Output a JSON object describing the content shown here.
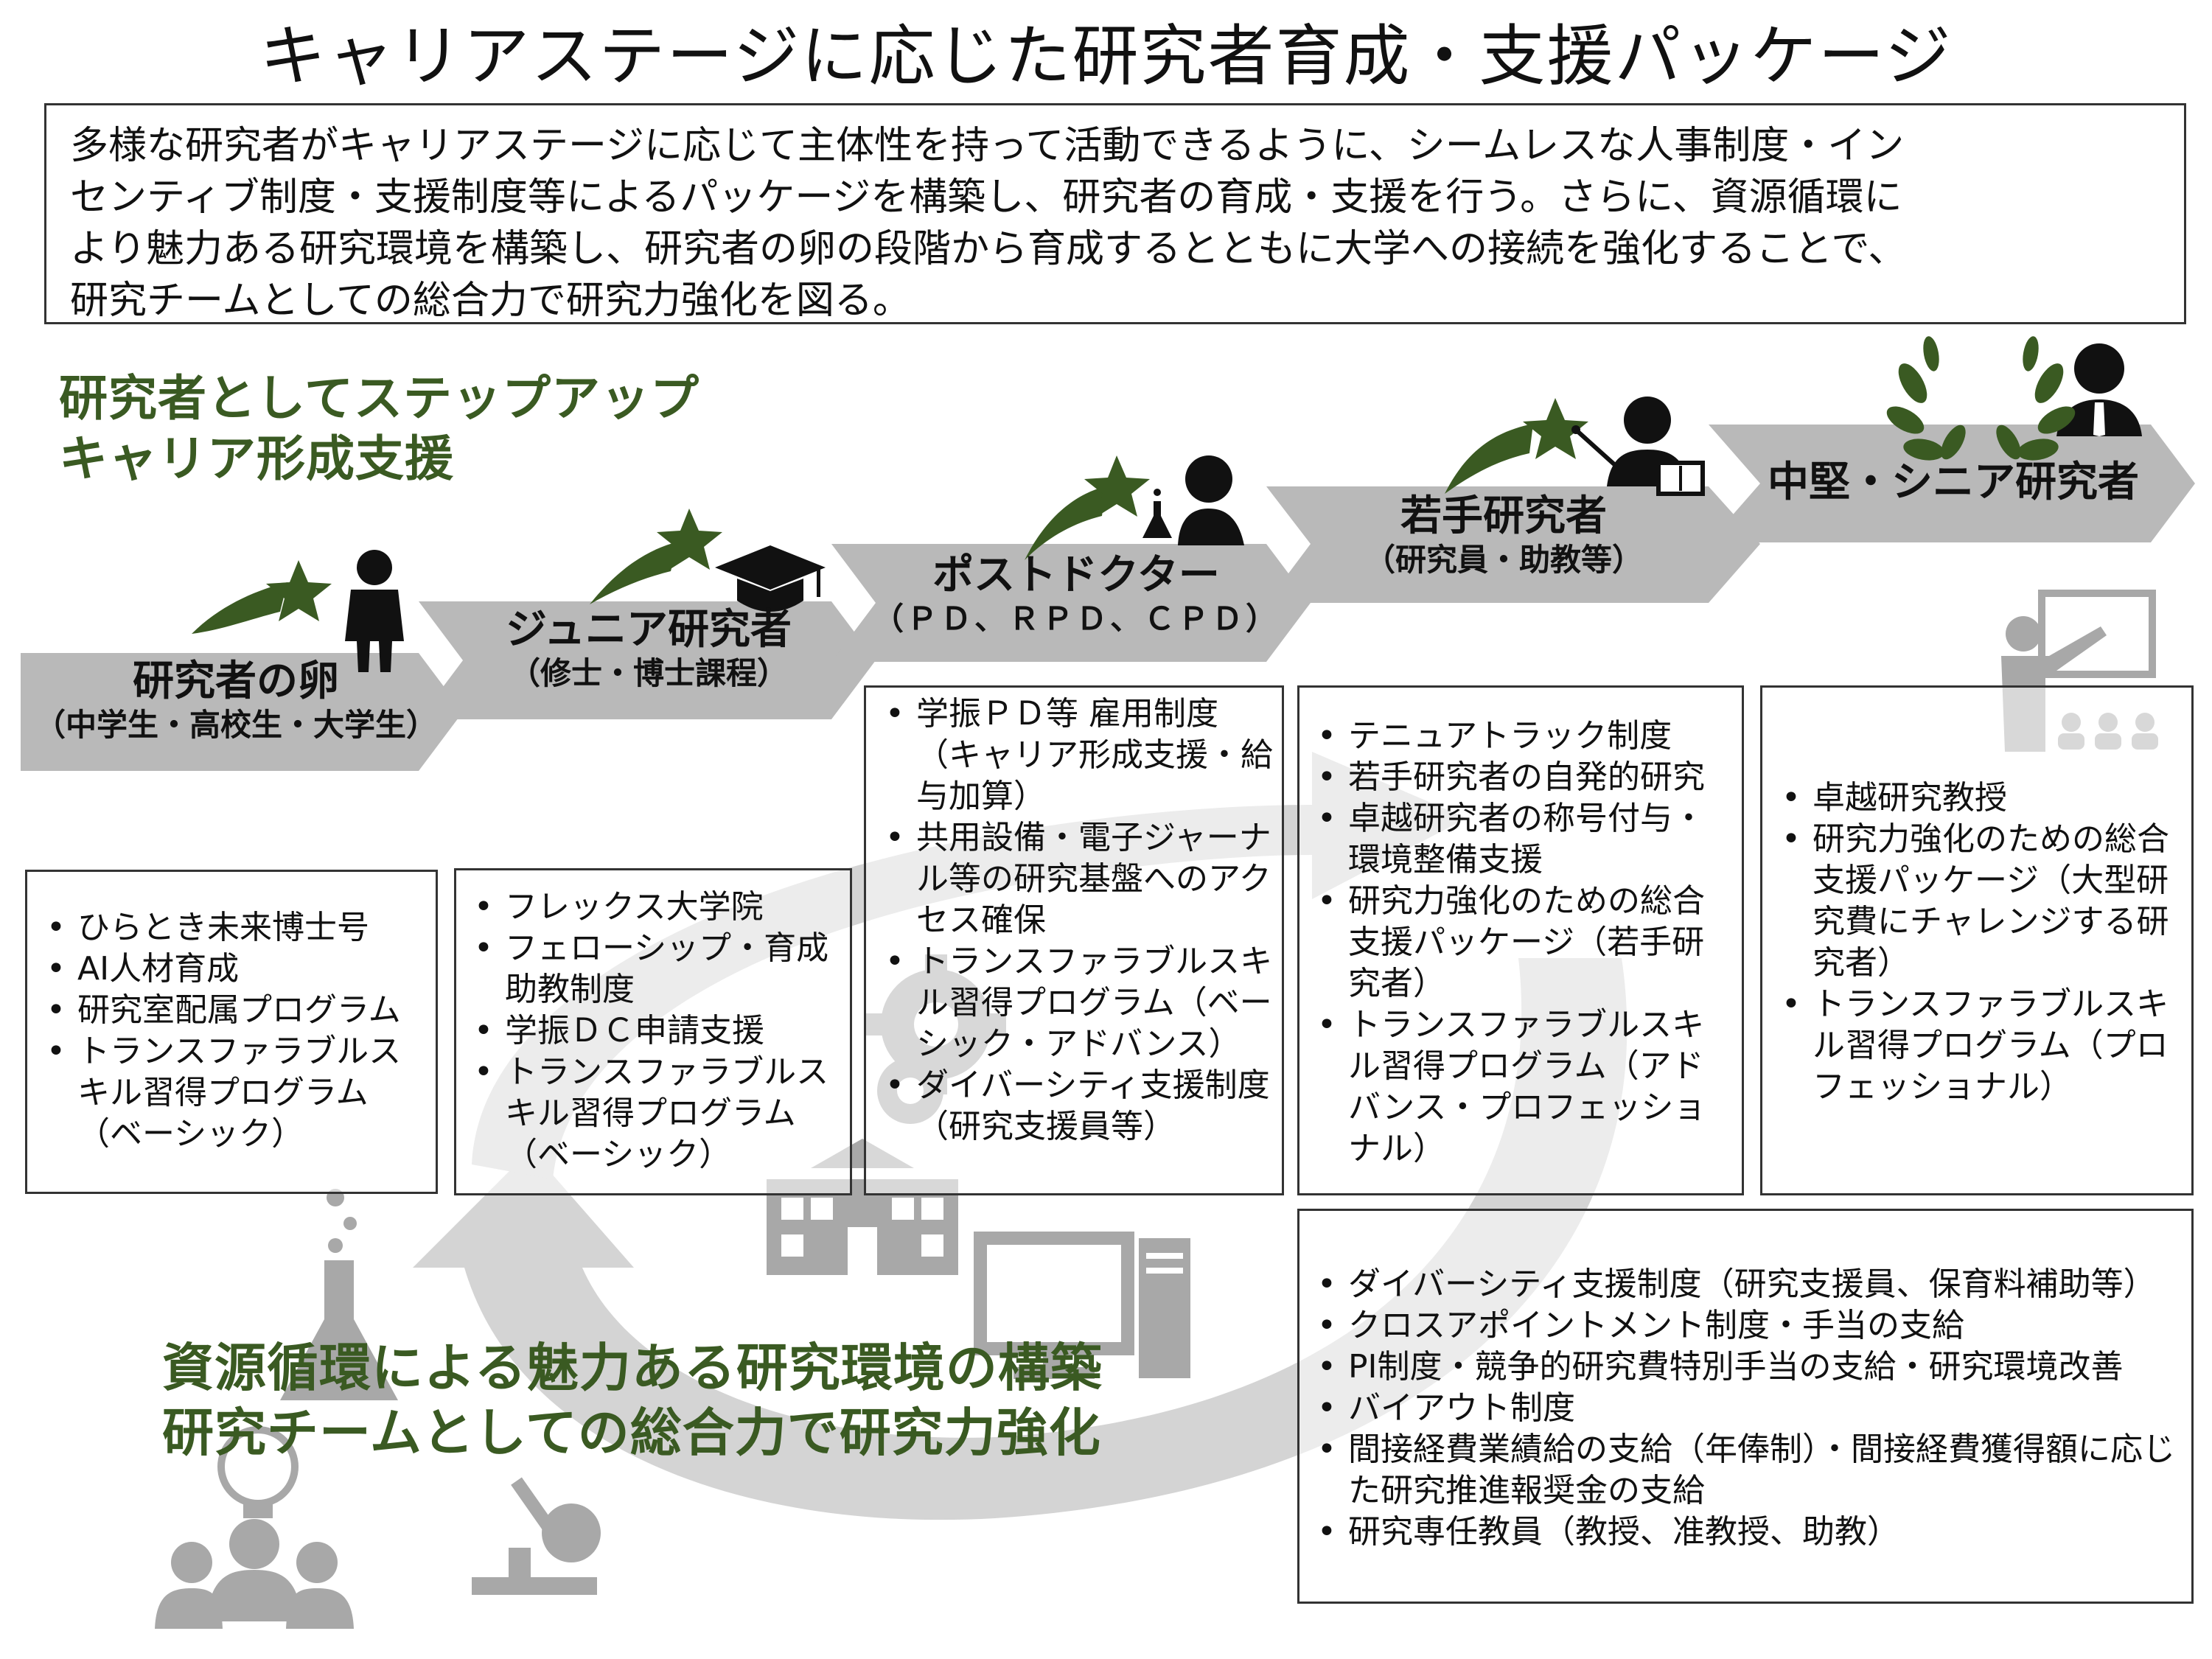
{
  "title": "キャリアステージに応じた研究者育成・支援パッケージ",
  "intro": {
    "lines": [
      "多様な研究者がキャリアステージに応じて主体性を持って活動できるように、シームレスな人事制度・イン",
      "センティブ制度・支援制度等によるパッケージを構築し、研究者の育成・支援を行う。さらに、資源循環に",
      "より魅力ある研究環境を構築し、研究者の卵の段階から育成するとともに大学への接続を強化することで、",
      "研究チームとしての総合力で研究力強化を図る。"
    ]
  },
  "stepup_heading": {
    "line1": "研究者としてステップアップ",
    "line2": "キャリア形成支援"
  },
  "stages": [
    {
      "name": "研究者の卵",
      "sub": "（中学生・高校生・大学生）"
    },
    {
      "name": "ジュニア研究者",
      "sub": "（修士・博士課程）"
    },
    {
      "name": "ポストドクター",
      "sub": "（ＰＤ、ＲＰＤ、ＣＰＤ）"
    },
    {
      "name": "若手研究者",
      "sub": "（研究員・助教等）"
    },
    {
      "name": "中堅・シニア研究者",
      "sub": ""
    }
  ],
  "boxes": {
    "egg": [
      "ひらとき未来博士号",
      "AI人材育成",
      "研究室配属プログラム",
      "トランスファラブルスキル習得プログラム（ベーシック）"
    ],
    "junior": [
      "フレックス大学院",
      "フェローシップ・育成助教制度",
      "学振ＤＣ申請支援",
      "トランスファラブルスキル習得プログラム（ベーシック）"
    ],
    "postdoc": [
      "学振ＰＤ等 雇用制度（キャリア形成支援・給与加算）",
      "共用設備・電子ジャーナル等の研究基盤へのアクセス確保",
      "トランスファラブルスキル習得プログラム（ベーシック・アドバンス）",
      "ダイバーシティ支援制度（研究支援員等）"
    ],
    "young": [
      "テニュアトラック制度",
      "若手研究者の自発的研究",
      "卓越研究者の称号付与・環境整備支援",
      "研究力強化のための総合支援パッケージ（若手研究者）",
      "トランスファラブルスキル習得プログラム（アドバンス・プロフェッショナル）"
    ],
    "senior": [
      "卓越研究教授",
      "研究力強化のための総合支援パッケージ（大型研究費にチャレンジする研究者）",
      "トランスファラブルスキル習得プログラム（プロフェッショナル）"
    ],
    "common": [
      "ダイバーシティ支援制度（研究支援員、保育料補助等）",
      "クロスアポイントメント制度・手当の支給",
      "PI制度・競争的研究費特別手当の支給・研究環境改善",
      "バイアウト制度",
      "間接経費業績給の支給（年俸制）・間接経費獲得額に応じた研究推進報奨金の支給",
      "研究専任教員（教授、准教授、助教）"
    ]
  },
  "cycle_heading": {
    "line1": "資源循環による魅力ある研究環境の構築",
    "line2": "研究チームとしての総合力で研究力強化"
  },
  "colors": {
    "green": "#3a5a22",
    "arrow_gray": "#b9b9b9",
    "cycle_gray": "#d4d4d4",
    "icon_gray": "#a8a8a8"
  },
  "icons": [
    "shooting-star-icon",
    "person-icon",
    "graduation-cap-icon",
    "scientist-icon",
    "teacher-icon",
    "laurel-icon",
    "businessman-icon",
    "presentation-icon",
    "gear-icon",
    "school-building-icon",
    "computer-icon",
    "flask-icon",
    "microscope-icon",
    "lightbulb-icon",
    "team-icon"
  ]
}
